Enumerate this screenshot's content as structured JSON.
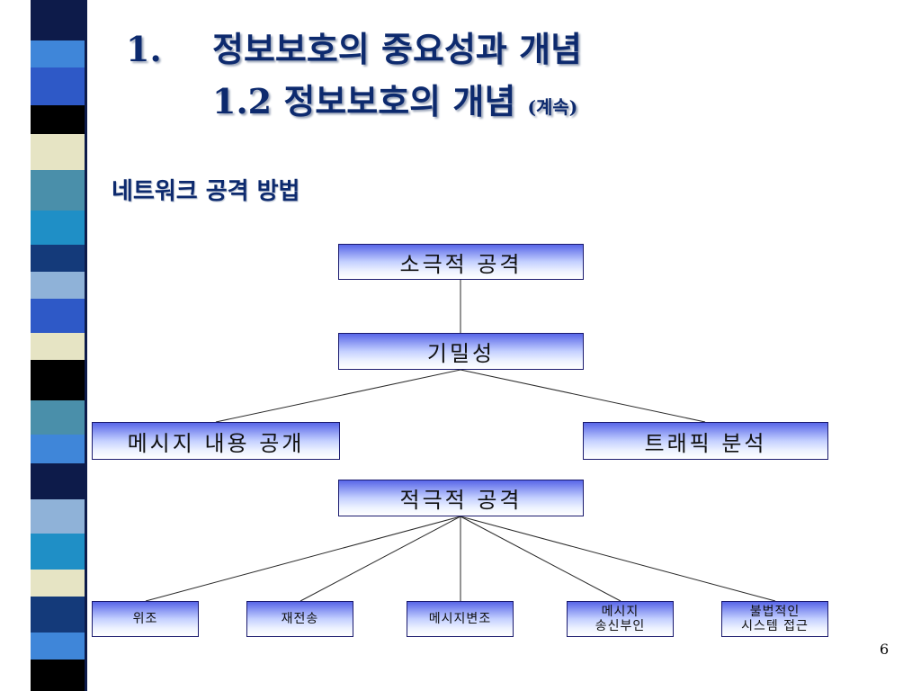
{
  "slide": {
    "title_line1_number": "1.",
    "title_line1_text": "정보보호의 중요성과 개념",
    "title_line2_text": "1.2 정보보호의 개념",
    "title_line2_suffix": "(계속)",
    "subtitle": "네트워크 공격 방법",
    "page_number": "6"
  },
  "diagram": {
    "passive_attack": "소극적 공격",
    "confidentiality": "기밀성",
    "message_disclosure": "메시지 내용 공개",
    "traffic_analysis": "트래픽 분석",
    "active_attack": "적극적 공격",
    "forgery": "위조",
    "replay": "재전송",
    "message_modification": "메시지변조",
    "repudiation_line1": "메시지",
    "repudiation_line2": "송신부인",
    "unauthorized_access_line1": "불법적인",
    "unauthorized_access_line2": "시스템 접근"
  },
  "colors": {
    "title": "#0d2a6e",
    "node_top": "#5866e8",
    "node_bottom": "#ffffff",
    "strip": [
      "#0d1b4a",
      "#3f86d9",
      "#e6e4c4",
      "#4a8faa",
      "#000000",
      "#2e59c7",
      "#8fb2d8",
      "#143a7a",
      "#1f8fc6"
    ]
  }
}
